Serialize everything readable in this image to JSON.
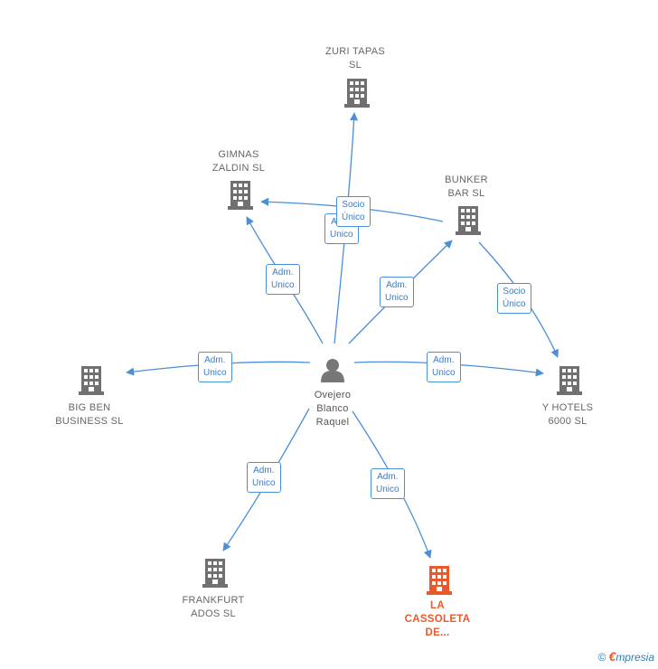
{
  "colors": {
    "edge": "#4a8fd8",
    "building": "#707070",
    "focus_building": "#e8592c",
    "person": "#777777"
  },
  "person": {
    "line1": "Ovejero",
    "line2": "Blanco",
    "line3": "Raquel",
    "icon": "person-icon"
  },
  "companies": [
    {
      "id": "zuri",
      "line1": "ZURI TAPAS",
      "line2": "SL",
      "line3": "",
      "focus": false
    },
    {
      "id": "gimnas",
      "line1": "GIMNAS",
      "line2": "ZALDIN  SL",
      "line3": "",
      "focus": false
    },
    {
      "id": "bunker",
      "line1": "BUNKER",
      "line2": "BAR  SL",
      "line3": "",
      "focus": false
    },
    {
      "id": "bigben",
      "line1": "BIG BEN",
      "line2": "BUSINESS  SL",
      "line3": "",
      "focus": false
    },
    {
      "id": "yhotels",
      "line1": "Y HOTELS",
      "line2": "6000  SL",
      "line3": "",
      "focus": false
    },
    {
      "id": "frankfurt",
      "line1": "FRANKFURT",
      "line2": "ADOS  SL",
      "line3": "",
      "focus": false
    },
    {
      "id": "cassoleta",
      "line1": "LA",
      "line2": "CASSOLETA",
      "line3": "DE...",
      "focus": true
    }
  ],
  "edges": [
    {
      "id": "e-zuri",
      "line1": "Socio",
      "line2": "Único"
    },
    {
      "id": "e-gimnas",
      "line1": "Adm.",
      "line2": "Unico"
    },
    {
      "id": "e-gimnas2",
      "line1": "Adm.",
      "line2": "Unico"
    },
    {
      "id": "e-bunker",
      "line1": "Adm.",
      "line2": "Unico"
    },
    {
      "id": "e-bunker-yhotels",
      "line1": "Socio",
      "line2": "Único"
    },
    {
      "id": "e-bigben",
      "line1": "Adm.",
      "line2": "Unico"
    },
    {
      "id": "e-yhotels",
      "line1": "Adm.",
      "line2": "Unico"
    },
    {
      "id": "e-frankfurt",
      "line1": "Adm.",
      "line2": "Unico"
    },
    {
      "id": "e-cassoleta",
      "line1": "Adm.",
      "line2": "Unico"
    }
  ],
  "footer": {
    "copyright": "©",
    "brand_initial": "€",
    "brand_rest": "mpresia"
  }
}
